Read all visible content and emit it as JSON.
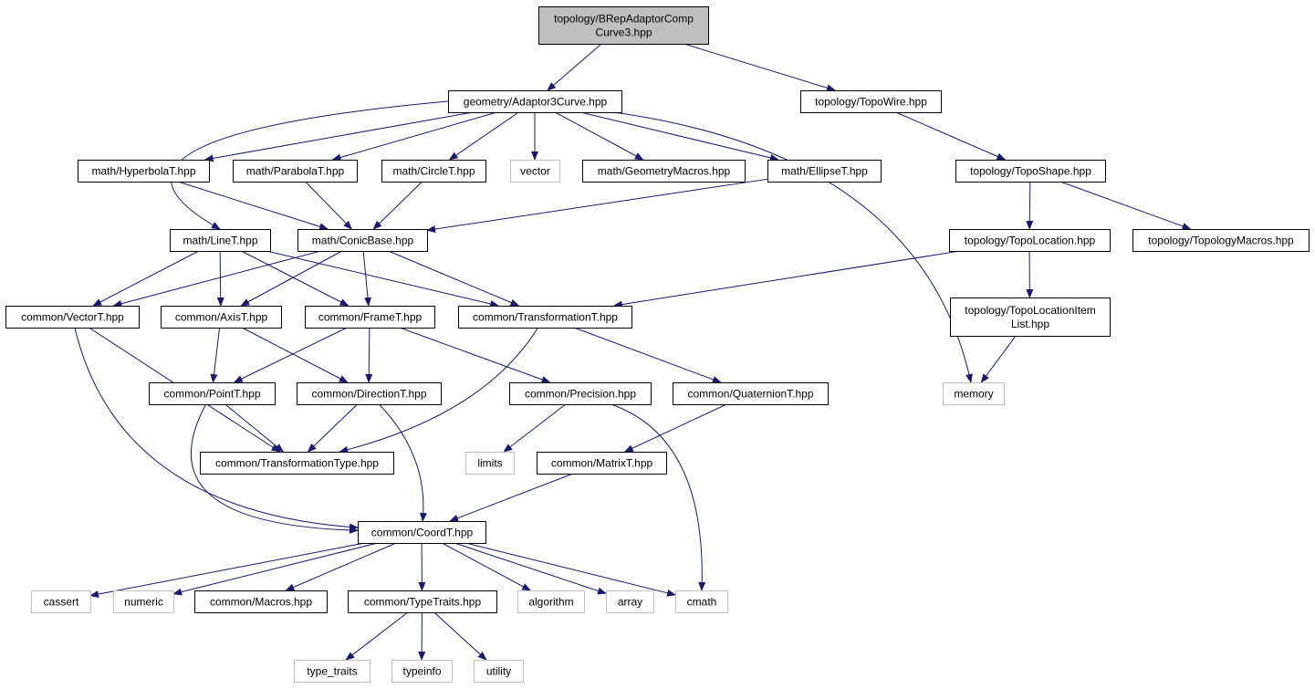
{
  "nodes": [
    {
      "id": "root",
      "lines": [
        "topology/BRepAdaptorComp",
        "Curve3.hpp"
      ],
      "kind": "root"
    },
    {
      "id": "adaptor3curve",
      "lines": [
        "geometry/Adaptor3Curve.hpp"
      ],
      "kind": "project"
    },
    {
      "id": "topowire",
      "lines": [
        "topology/TopoWire.hpp"
      ],
      "kind": "project"
    },
    {
      "id": "hyperbola",
      "lines": [
        "math/HyperbolaT.hpp"
      ],
      "kind": "project"
    },
    {
      "id": "parabola",
      "lines": [
        "math/ParabolaT.hpp"
      ],
      "kind": "project"
    },
    {
      "id": "circle",
      "lines": [
        "math/CircleT.hpp"
      ],
      "kind": "project"
    },
    {
      "id": "vector",
      "lines": [
        "vector"
      ],
      "kind": "external"
    },
    {
      "id": "geommacros",
      "lines": [
        "math/GeometryMacros.hpp"
      ],
      "kind": "project"
    },
    {
      "id": "ellipse",
      "lines": [
        "math/EllipseT.hpp"
      ],
      "kind": "project"
    },
    {
      "id": "topshape",
      "lines": [
        "topology/TopoShape.hpp"
      ],
      "kind": "project"
    },
    {
      "id": "line",
      "lines": [
        "math/LineT.hpp"
      ],
      "kind": "project"
    },
    {
      "id": "conicbase",
      "lines": [
        "math/ConicBase.hpp"
      ],
      "kind": "project"
    },
    {
      "id": "topolocation",
      "lines": [
        "topology/TopoLocation.hpp"
      ],
      "kind": "project"
    },
    {
      "id": "topologymacros",
      "lines": [
        "topology/TopologyMacros.hpp"
      ],
      "kind": "project"
    },
    {
      "id": "vectort",
      "lines": [
        "common/VectorT.hpp"
      ],
      "kind": "project"
    },
    {
      "id": "axist",
      "lines": [
        "common/AxisT.hpp"
      ],
      "kind": "project"
    },
    {
      "id": "framet",
      "lines": [
        "common/FrameT.hpp"
      ],
      "kind": "project"
    },
    {
      "id": "transformationt",
      "lines": [
        "common/TransformationT.hpp"
      ],
      "kind": "project"
    },
    {
      "id": "topolocitemlist",
      "lines": [
        "topology/TopoLocationItem",
        "List.hpp"
      ],
      "kind": "project"
    },
    {
      "id": "pointt",
      "lines": [
        "common/PointT.hpp"
      ],
      "kind": "project"
    },
    {
      "id": "directiont",
      "lines": [
        "common/DirectionT.hpp"
      ],
      "kind": "project"
    },
    {
      "id": "precision",
      "lines": [
        "common/Precision.hpp"
      ],
      "kind": "project"
    },
    {
      "id": "quaterniont",
      "lines": [
        "common/QuaternionT.hpp"
      ],
      "kind": "project"
    },
    {
      "id": "memory",
      "lines": [
        "memory"
      ],
      "kind": "external"
    },
    {
      "id": "transformationtype",
      "lines": [
        "common/TransformationType.hpp"
      ],
      "kind": "project"
    },
    {
      "id": "limits",
      "lines": [
        "limits"
      ],
      "kind": "external"
    },
    {
      "id": "matrixt",
      "lines": [
        "common/MatrixT.hpp"
      ],
      "kind": "project"
    },
    {
      "id": "coordt",
      "lines": [
        "common/CoordT.hpp"
      ],
      "kind": "project"
    },
    {
      "id": "cassert",
      "lines": [
        "cassert"
      ],
      "kind": "external"
    },
    {
      "id": "numeric",
      "lines": [
        "numeric"
      ],
      "kind": "external"
    },
    {
      "id": "macros",
      "lines": [
        "common/Macros.hpp"
      ],
      "kind": "project"
    },
    {
      "id": "typetraitshpp",
      "lines": [
        "common/TypeTraits.hpp"
      ],
      "kind": "project"
    },
    {
      "id": "algorithm",
      "lines": [
        "algorithm"
      ],
      "kind": "external"
    },
    {
      "id": "array",
      "lines": [
        "array"
      ],
      "kind": "external"
    },
    {
      "id": "cmath",
      "lines": [
        "cmath"
      ],
      "kind": "external"
    },
    {
      "id": "type_traits",
      "lines": [
        "type_traits"
      ],
      "kind": "external"
    },
    {
      "id": "typeinfo",
      "lines": [
        "typeinfo"
      ],
      "kind": "external"
    },
    {
      "id": "utility",
      "lines": [
        "utility"
      ],
      "kind": "external"
    }
  ],
  "edges": [
    [
      "root",
      "adaptor3curve"
    ],
    [
      "root",
      "topowire"
    ],
    [
      "adaptor3curve",
      "hyperbola"
    ],
    [
      "adaptor3curve",
      "parabola"
    ],
    [
      "adaptor3curve",
      "circle"
    ],
    [
      "adaptor3curve",
      "vector"
    ],
    [
      "adaptor3curve",
      "geommacros"
    ],
    [
      "adaptor3curve",
      "ellipse"
    ],
    [
      "adaptor3curve",
      "line"
    ],
    [
      "adaptor3curve",
      "memory"
    ],
    [
      "topowire",
      "topshape"
    ],
    [
      "topshape",
      "topolocation"
    ],
    [
      "topshape",
      "topologymacros"
    ],
    [
      "hyperbola",
      "conicbase"
    ],
    [
      "parabola",
      "conicbase"
    ],
    [
      "circle",
      "conicbase"
    ],
    [
      "ellipse",
      "conicbase"
    ],
    [
      "line",
      "vectort"
    ],
    [
      "line",
      "axist"
    ],
    [
      "line",
      "framet"
    ],
    [
      "line",
      "transformationt"
    ],
    [
      "conicbase",
      "vectort"
    ],
    [
      "conicbase",
      "axist"
    ],
    [
      "conicbase",
      "framet"
    ],
    [
      "conicbase",
      "transformationt"
    ],
    [
      "topolocation",
      "transformationt"
    ],
    [
      "topolocation",
      "topolocitemlist"
    ],
    [
      "topolocitemlist",
      "memory"
    ],
    [
      "vectort",
      "transformationtype"
    ],
    [
      "vectort",
      "coordt"
    ],
    [
      "axist",
      "pointt"
    ],
    [
      "axist",
      "directiont"
    ],
    [
      "framet",
      "pointt"
    ],
    [
      "framet",
      "directiont"
    ],
    [
      "framet",
      "precision"
    ],
    [
      "transformationt",
      "transformationtype"
    ],
    [
      "transformationt",
      "quaterniont"
    ],
    [
      "pointt",
      "transformationtype"
    ],
    [
      "pointt",
      "coordt"
    ],
    [
      "directiont",
      "transformationtype"
    ],
    [
      "directiont",
      "coordt"
    ],
    [
      "precision",
      "limits"
    ],
    [
      "precision",
      "cmath"
    ],
    [
      "quaterniont",
      "matrixt"
    ],
    [
      "matrixt",
      "coordt"
    ],
    [
      "coordt",
      "cassert"
    ],
    [
      "coordt",
      "numeric"
    ],
    [
      "coordt",
      "macros"
    ],
    [
      "coordt",
      "typetraitshpp"
    ],
    [
      "coordt",
      "algorithm"
    ],
    [
      "coordt",
      "array"
    ],
    [
      "coordt",
      "cmath"
    ],
    [
      "typetraitshpp",
      "type_traits"
    ],
    [
      "typetraitshpp",
      "typeinfo"
    ],
    [
      "typetraitshpp",
      "utility"
    ]
  ],
  "colors": {
    "edge": "#191970",
    "root_fill": "#bfbfbf",
    "project_border": "#000000",
    "external_border": "#bfbfbf"
  }
}
